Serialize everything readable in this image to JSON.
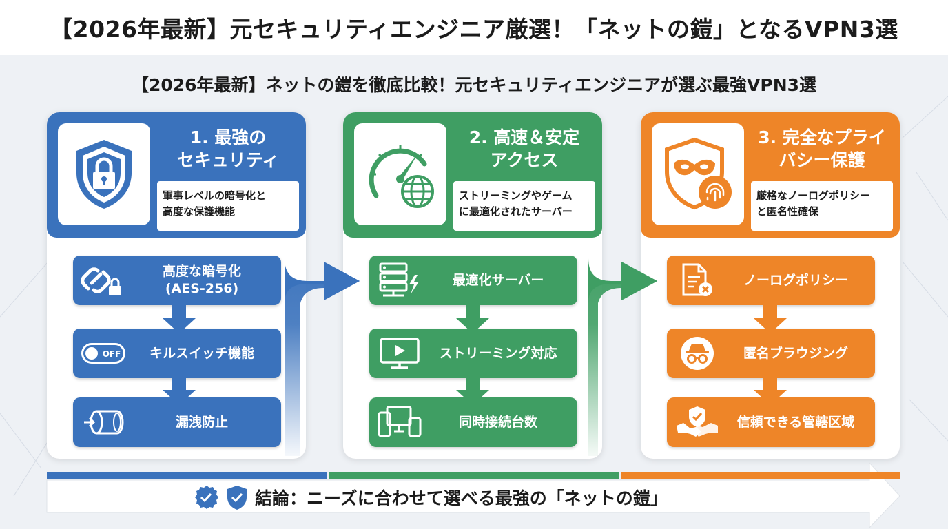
{
  "title": "【2026年最新】元セキュリティエンジニア厳選！「ネットの鎧」となるVPN3選",
  "subtitle": "【2026年最新】ネットの鎧を徹底比較！元セキュリティエンジニアが選ぶ最強VPN3選",
  "colors": {
    "blue": "#3a72bc",
    "green": "#3f9e63",
    "orange": "#ee8528"
  },
  "panels": [
    {
      "title_line1": "1. 最強の",
      "title_line2": "セキュリティ",
      "desc_line1": "軍事レベルの暗号化と",
      "desc_line2": "高度な保護機能",
      "icon": "shield-lock-icon",
      "items": [
        {
          "label_line1": "高度な暗号化",
          "label_line2": "(AES-256)",
          "icon": "chain-lock-icon"
        },
        {
          "label_line1": "キルスイッチ機能",
          "label_line2": "",
          "icon": "off-toggle-icon",
          "toggle_text": "OFF"
        },
        {
          "label_line1": "漏洩防止",
          "label_line2": "",
          "icon": "pipe-icon"
        }
      ]
    },
    {
      "title_line1": "2. 高速＆安定",
      "title_line2": "アクセス",
      "desc_line1": "ストリーミングやゲーム",
      "desc_line2": "に最適化されたサーバー",
      "icon": "speedometer-globe-icon",
      "items": [
        {
          "label_line1": "最適化サーバー",
          "label_line2": "",
          "icon": "server-icon"
        },
        {
          "label_line1": "ストリーミング対応",
          "label_line2": "",
          "icon": "play-monitor-icon"
        },
        {
          "label_line1": "同時接続台数",
          "label_line2": "",
          "icon": "devices-icon"
        }
      ]
    },
    {
      "title_line1": "3. 完全なプライ",
      "title_line2": "バシー保護",
      "desc_line1": "厳格なノーログポリシー",
      "desc_line2": "と匿名性確保",
      "icon": "mask-fingerprint-icon",
      "items": [
        {
          "label_line1": "ノーログポリシー",
          "label_line2": "",
          "icon": "document-x-icon"
        },
        {
          "label_line1": "匿名ブラウジング",
          "label_line2": "",
          "icon": "incognito-icon"
        },
        {
          "label_line1": "信頼できる管轄区域",
          "label_line2": "",
          "icon": "handshake-shield-icon"
        }
      ]
    }
  ],
  "conclusion": "結論：ニーズに合わせて選べる最強の「ネットの鎧」"
}
